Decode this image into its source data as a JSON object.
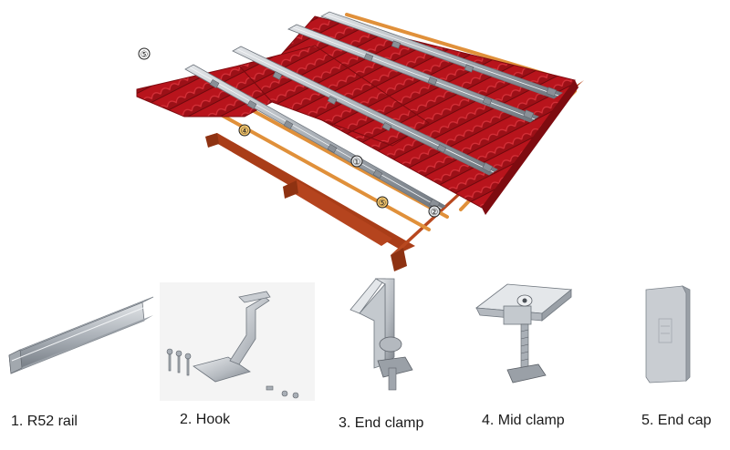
{
  "callouts": {
    "top_left": "⑤",
    "rail_front_left": "④",
    "rail_mid": "①",
    "front_bottom": "⑤",
    "front_right": "②"
  },
  "components": [
    {
      "label": "1. R52 rail",
      "icon": "rail-icon"
    },
    {
      "label": "2. Hook",
      "icon": "hook-icon"
    },
    {
      "label": "3. End clamp",
      "icon": "end-clamp-icon"
    },
    {
      "label": "4. Mid clamp",
      "icon": "mid-clamp-icon"
    },
    {
      "label": "5. End cap",
      "icon": "end-cap-icon"
    }
  ],
  "colors": {
    "tile": "#b8141c",
    "tile_dark": "#7e0b10",
    "tile_light": "#d6323a",
    "rafter": "#b5441e",
    "batten": "#e0903a",
    "rail": "#b9bec4",
    "rail_dark": "#7d848c"
  }
}
